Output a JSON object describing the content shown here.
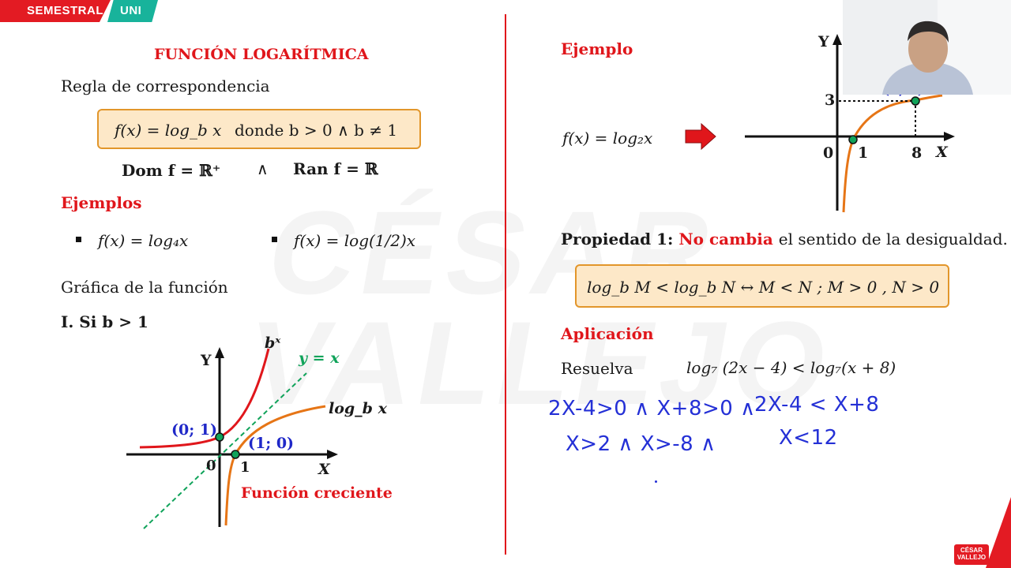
{
  "banner": {
    "left": "SEMESTRAL",
    "right": "UNI"
  },
  "left": {
    "title": "FUNCIÓN LOGARÍTMICA",
    "regla": "Regla de correspondencia",
    "box_formula": "f(x) = log_b x",
    "box_donde": "donde b > 0 ∧ b ≠ 1",
    "dom": "Dom f = ℝ⁺",
    "and": "∧",
    "ran": "Ran f = ℝ",
    "ejemplos": "Ejemplos",
    "ej1": "f(x) = log₄x",
    "ej2": "f(x) = log(1/2)x",
    "grafica": "Gráfica de la función",
    "caso": "I. Si b > 1",
    "graph": {
      "y_label": "Y",
      "x_label": "X",
      "origin": "0",
      "one": "1",
      "bx": "bˣ",
      "yx": "y = x",
      "logbx": "log_b x",
      "p01": "(0; 1)",
      "p10": "(1; 0)",
      "caption": "Función creciente"
    }
  },
  "right": {
    "ejemplo": "Ejemplo",
    "formula": "f(x) = log₂x",
    "graph": {
      "y_label": "Y",
      "x_label": "X",
      "three": "3",
      "origin": "0",
      "one": "1",
      "eight": "8",
      "point": "(8; 3)"
    },
    "prop_label": "Propiedad 1:",
    "prop_red": "No cambia",
    "prop_rest": "el sentido de la desigualdad.",
    "prop_box": "log_b M < log_b N ↔ M < N ; M > 0 , N > 0",
    "aplicacion": "Aplicación",
    "resuelva": "Resuelva",
    "problem": "log₇ (2x − 4) < log₇(x + 8)",
    "hw1a": "2X-4>0 ∧ X+8>0 ∧",
    "hw1b": "2X-4 < X+8",
    "hw2a": "X>2 ∧ X>-8 ∧",
    "hw2b": "X<12"
  },
  "watermark": "CÉSAR VALLEJO",
  "logo": "CÉSAR VALLEJO",
  "colors": {
    "red": "#e0161b",
    "blue": "#1f28c8",
    "green": "#10a35a",
    "orange": "#e2962b",
    "box": "#fde8c8",
    "teal": "#18b39b"
  }
}
